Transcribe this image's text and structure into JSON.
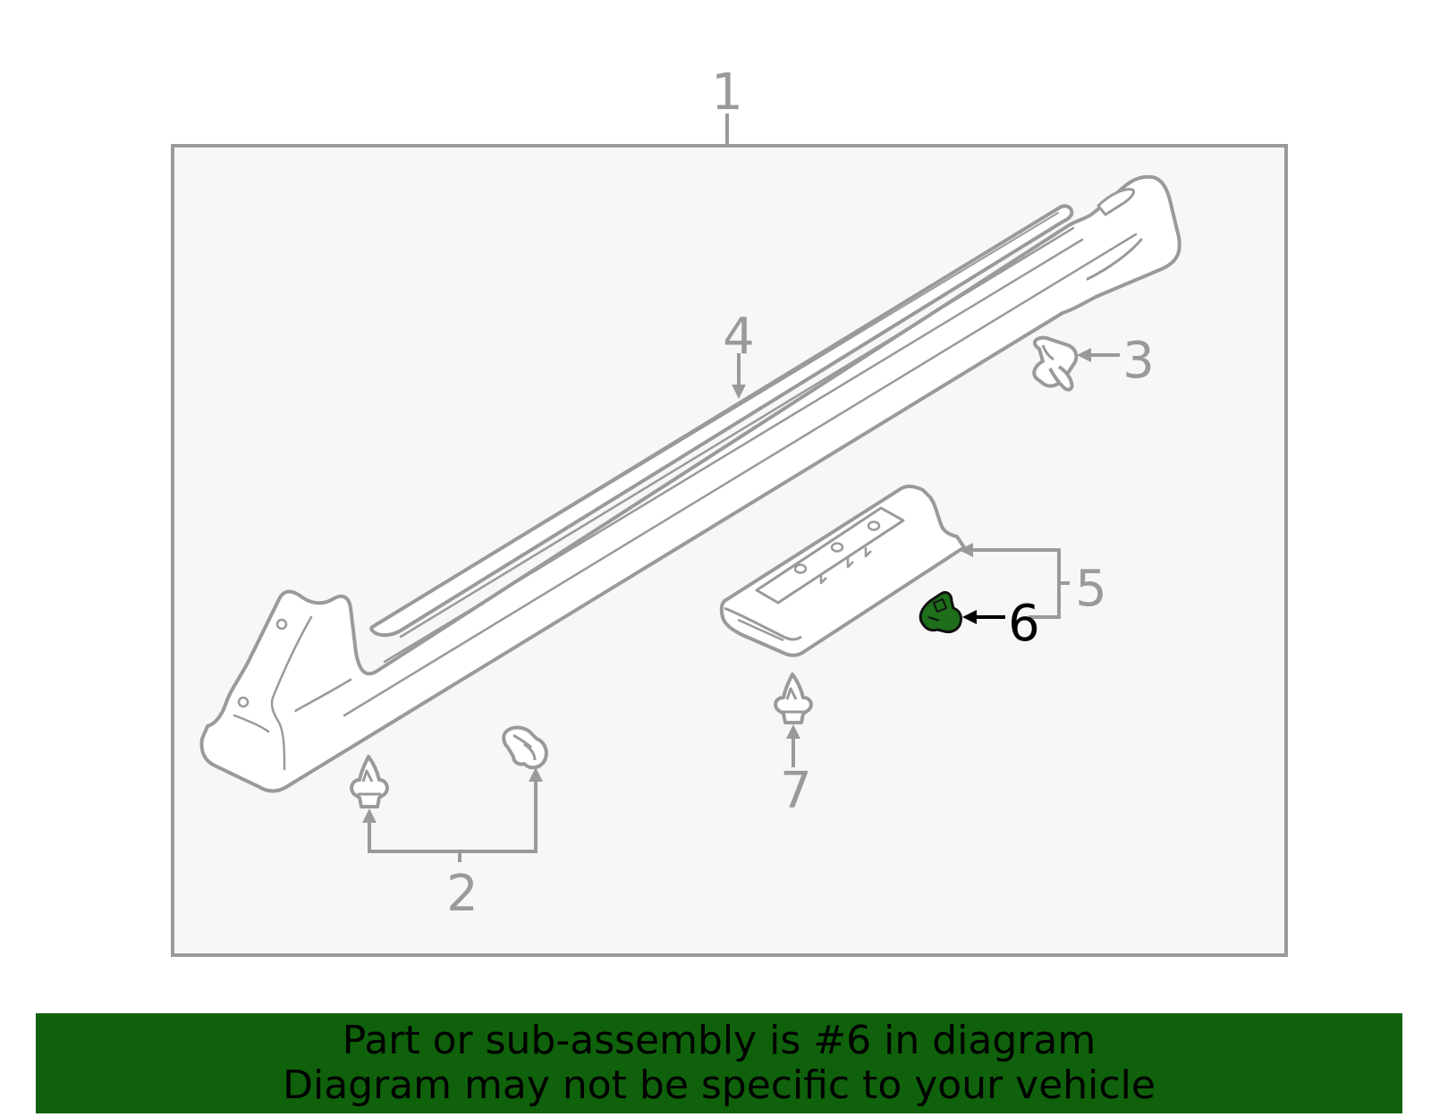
{
  "colors": {
    "outline": "#9a9a9a",
    "panel_fill": "#f7f7f7",
    "highlight_part": "#1e6e1a",
    "highlight_label": "#000000",
    "banner": "#0f610b",
    "banner_text": "#000000"
  },
  "callouts": {
    "c1": "1",
    "c2": "2",
    "c3": "3",
    "c4": "4",
    "c5": "5",
    "c6": "6",
    "c7": "7"
  },
  "highlighted_part": "6",
  "banner": {
    "line1": "Part or sub-assembly is #6 in diagram",
    "line2": "Diagram may not be specific to your vehicle"
  }
}
